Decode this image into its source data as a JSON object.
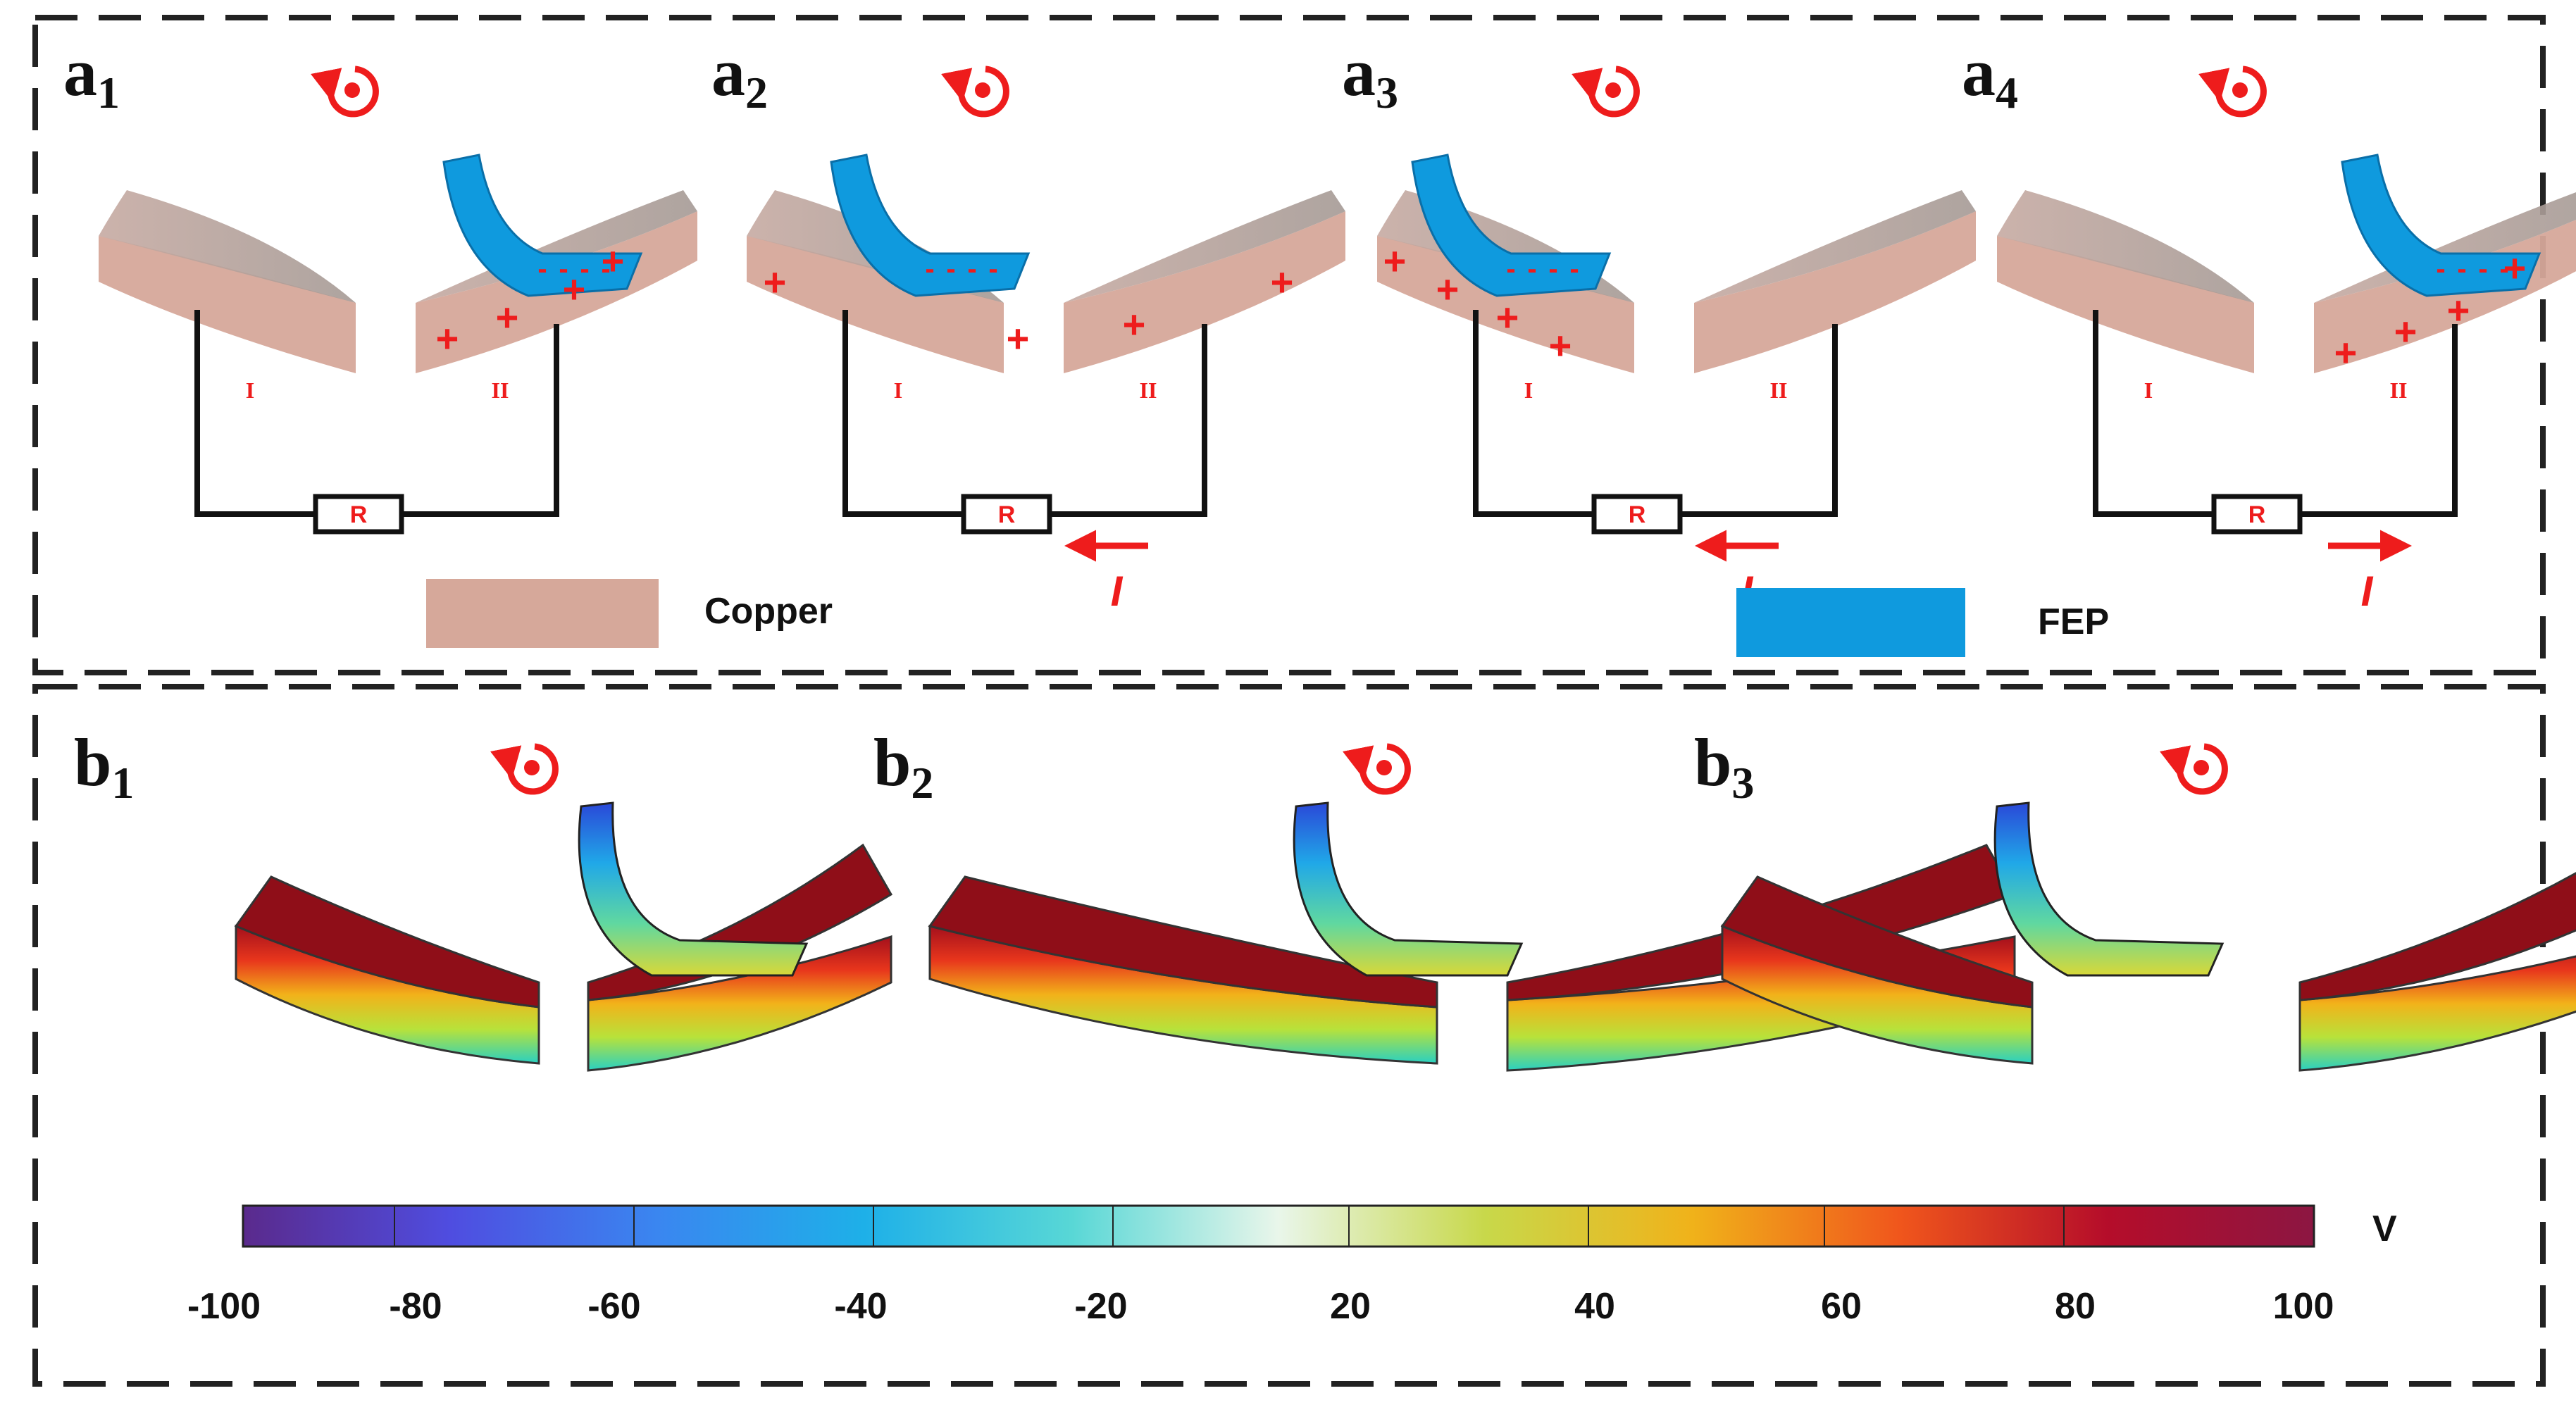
{
  "panels_a": [
    {
      "label": "a",
      "sub": "1",
      "seg_left": "I",
      "seg_right": "II",
      "resistor": "R",
      "current": ""
    },
    {
      "label": "a",
      "sub": "2",
      "seg_left": "I",
      "seg_right": "II",
      "resistor": "R",
      "current": "I"
    },
    {
      "label": "a",
      "sub": "3",
      "seg_left": "I",
      "seg_right": "II",
      "resistor": "R",
      "current": "I"
    },
    {
      "label": "a",
      "sub": "4",
      "seg_left": "I",
      "seg_right": "II",
      "resistor": "R",
      "current": "I"
    }
  ],
  "panels_b": [
    {
      "label": "b",
      "sub": "1"
    },
    {
      "label": "b",
      "sub": "2"
    },
    {
      "label": "b",
      "sub": "3"
    }
  ],
  "legend": {
    "copper_label": "Copper",
    "copper_color": "#d6a89a",
    "fep_label": "FEP",
    "fep_color": "#0f9ade"
  },
  "colorbar": {
    "unit": "V",
    "ticks": [
      "-100",
      "-80",
      "-60",
      "-40",
      "-20",
      "20",
      "40",
      "60",
      "80",
      "100"
    ],
    "colors": [
      "#5a2a8c",
      "#4f4de0",
      "#3a86f0",
      "#1eb0e8",
      "#58d7d6",
      "#e9f6ea",
      "#c8d84a",
      "#f0b21a",
      "#f0561c",
      "#b50d2a",
      "#8c1642"
    ]
  },
  "colors": {
    "accent_red": "#ee1c1c",
    "frame": "#222222",
    "wire": "#111111"
  }
}
